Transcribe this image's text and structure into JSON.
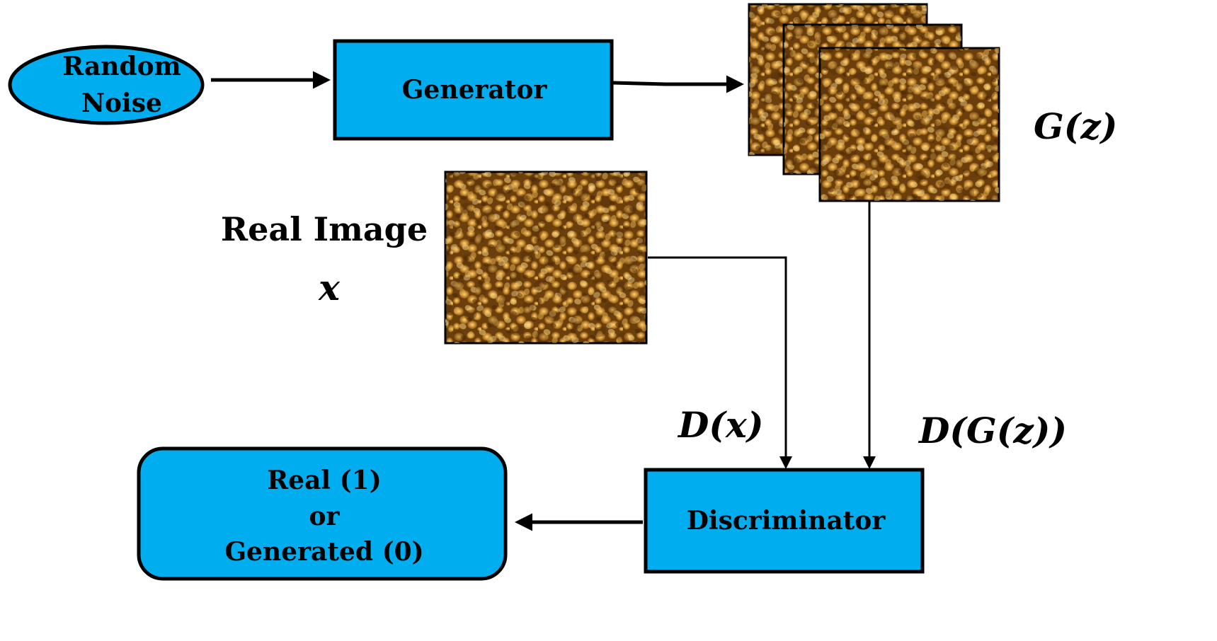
{
  "nodes": {
    "random_noise": [
      "Random",
      "Noise"
    ],
    "generator": "Generator",
    "discriminator": "Discriminator",
    "output": [
      "Real (1)",
      "or",
      "Generated (0)"
    ]
  },
  "labels": {
    "real_image": "Real Image",
    "real_image_symbol": "x",
    "generated": "G(z)",
    "d_real": "D(x)",
    "d_generated": "D(G(z))"
  },
  "colors": {
    "box_fill": "#00adef",
    "texture_dark": "#5a3208",
    "texture_mid": "#a8701c",
    "texture_light": "#f2c66a"
  }
}
